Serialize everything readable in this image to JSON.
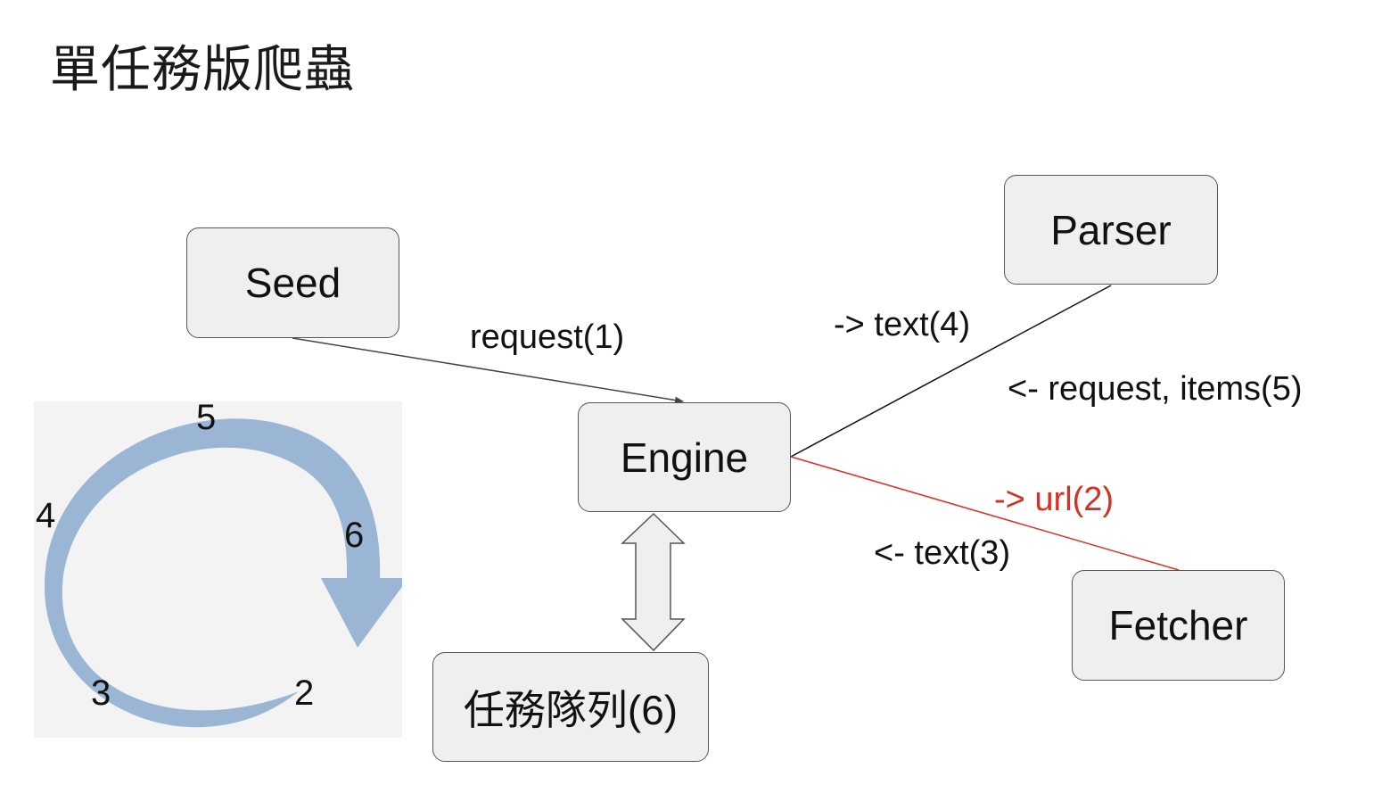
{
  "title": "單任務版爬蟲",
  "nodes": {
    "seed": "Seed",
    "engine": "Engine",
    "parser": "Parser",
    "fetcher": "Fetcher",
    "queue": "任務隊列(6)"
  },
  "edge_labels": {
    "request": "request(1)",
    "to_parser": "-> text(4)",
    "from_parser": "<- request, items(5)",
    "to_fetcher": "-> url(2)",
    "from_fetcher": "<- text(3)"
  },
  "cycle": {
    "n2": "2",
    "n3": "3",
    "n4": "4",
    "n5": "5",
    "n6": "6"
  },
  "colors": {
    "node_fill": "#efefef",
    "node_border": "#555555",
    "highlight": "#d93025",
    "cycle_arrow": "#9bb5d4",
    "cycle_background": "#f3f3f3"
  }
}
